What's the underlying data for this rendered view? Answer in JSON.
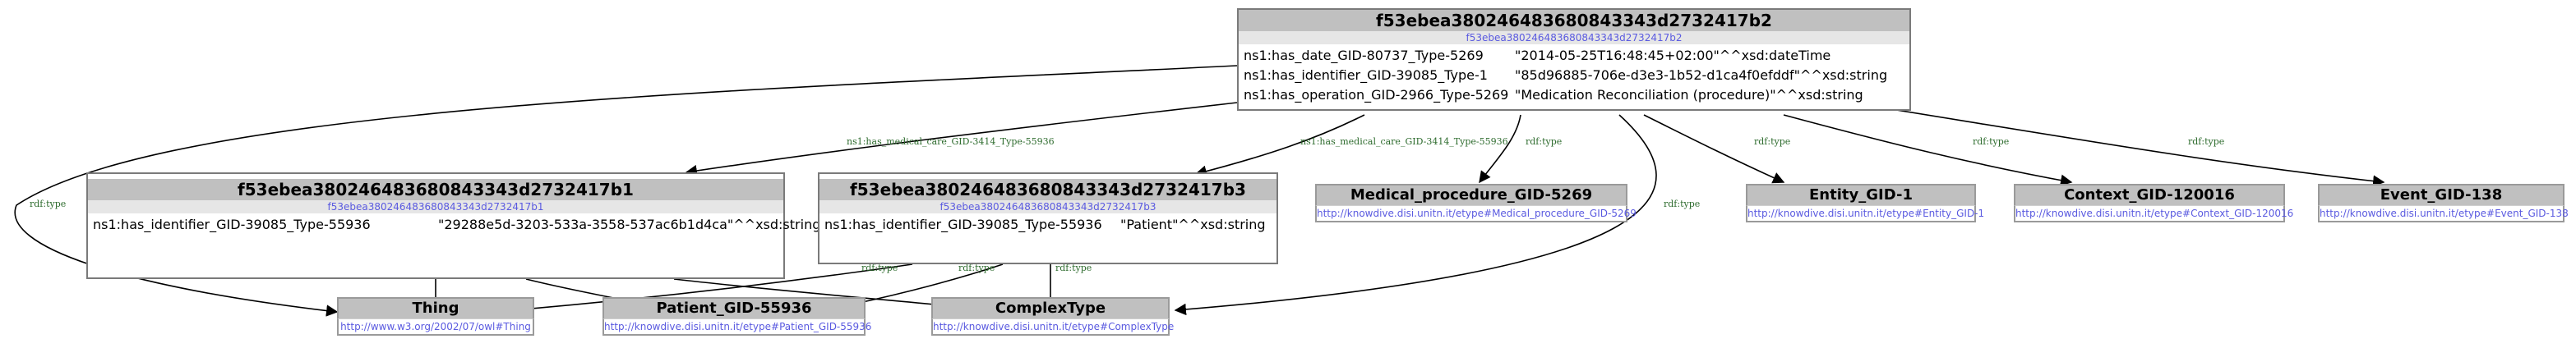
{
  "nodes": {
    "b2": {
      "title": "f53ebea380246483680843343d2732417b2",
      "uri": "f53ebea380246483680843343d2732417b2",
      "props": [
        {
          "key": "ns1:has_date_GID-80737_Type-5269",
          "val": "\"2014-05-25T16:48:45+02:00\"^^xsd:dateTime"
        },
        {
          "key": "ns1:has_identifier_GID-39085_Type-1",
          "val": "\"85d96885-706e-d3e3-1b52-d1ca4f0efddf\"^^xsd:string"
        },
        {
          "key": "ns1:has_operation_GID-2966_Type-5269",
          "val": "\"Medication Reconciliation (procedure)\"^^xsd:string"
        }
      ]
    },
    "b1": {
      "title": "f53ebea380246483680843343d2732417b1",
      "uri": "f53ebea380246483680843343d2732417b1",
      "props": [
        {
          "key": "ns1:has_identifier_GID-39085_Type-55936",
          "val": "\"29288e5d-3203-533a-3558-537ac6b1d4ca\"^^xsd:string"
        }
      ]
    },
    "b3": {
      "title": "f53ebea380246483680843343d2732417b3",
      "uri": "f53ebea380246483680843343d2732417b3",
      "props": [
        {
          "key": "ns1:has_identifier_GID-39085_Type-55936",
          "val": "\"Patient\"^^xsd:string"
        }
      ]
    },
    "medical": {
      "title": "Medical_procedure_GID-5269",
      "uri": "http://knowdive.disi.unitn.it/etype#Medical_procedure_GID-5269"
    },
    "entity": {
      "title": "Entity_GID-1",
      "uri": "http://knowdive.disi.unitn.it/etype#Entity_GID-1"
    },
    "context": {
      "title": "Context_GID-120016",
      "uri": "http://knowdive.disi.unitn.it/etype#Context_GID-120016"
    },
    "event": {
      "title": "Event_GID-138",
      "uri": "http://knowdive.disi.unitn.it/etype#Event_GID-138"
    },
    "thing": {
      "title": "Thing",
      "uri": "http://www.w3.org/2002/07/owl#Thing"
    },
    "patient": {
      "title": "Patient_GID-55936",
      "uri": "http://knowdive.disi.unitn.it/etype#Patient_GID-55936"
    },
    "complex": {
      "title": "ComplexType",
      "uri": "http://knowdive.disi.unitn.it/etype#ComplexType"
    }
  },
  "edge_labels": {
    "medical_care_b1": "ns1:has_medical_care_GID-3414_Type-55936",
    "medical_care_b3": "ns1:has_medical_care_GID-3414_Type-55936",
    "rdftype": "rdf:type"
  },
  "colors": {
    "edge": "#000000",
    "edge_label": "#2d6b2d",
    "header_bg": "#c0c0c0",
    "uri_text": "#5a5ae0"
  }
}
